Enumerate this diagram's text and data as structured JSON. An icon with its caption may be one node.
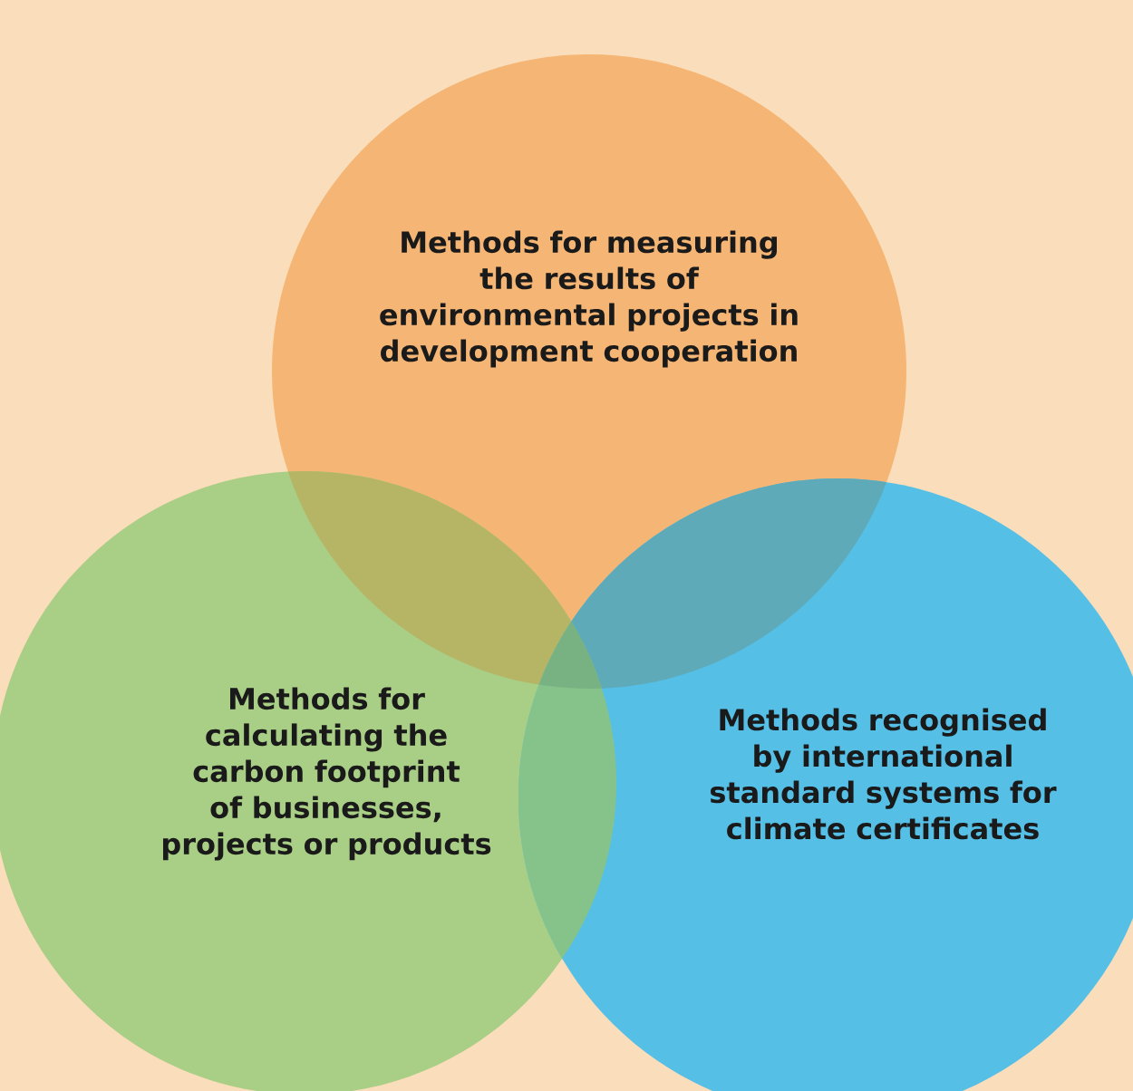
{
  "diagram": {
    "nodes": [
      {
        "text": [
          "Methods for measuring the results of environmental projects in development cooperation"
        ]
      },
      {
        "text": [
          "Methods for calculating the carbon footprint of businesses, projects or products"
        ]
      },
      {
        "text": [
          "Methods recognised by international standard systems for climate certificates"
        ]
      }
    ]
  }
}
